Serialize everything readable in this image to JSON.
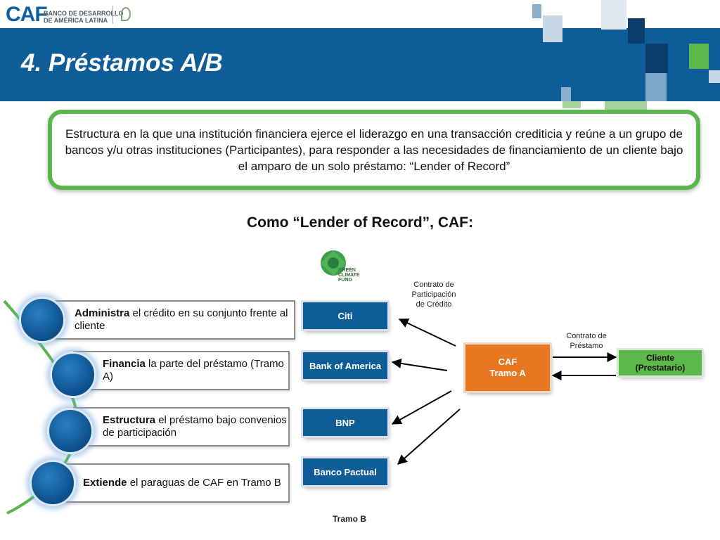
{
  "header": {
    "logo_mark": "CAF",
    "logo_line1": "BANCO DE DESARROLLO",
    "logo_line2": "DE AMÉRICA LATINA",
    "title": "4. Préstamos A/B"
  },
  "definition": "Estructura en la que una institución financiera ejerce el liderazgo en una transacción crediticia y reúne a un grupo de bancos y/u otras instituciones (Participantes), para  responder a las necesidades de financiamiento de un cliente bajo el amparo de un solo préstamo: “Lender of Record”",
  "subtitle": "Como “Lender of Record”, CAF:",
  "roles": [
    {
      "bold": "Administra",
      "rest": " el crédito en su conjunto frente al cliente"
    },
    {
      "bold": "Financia",
      "rest": " la parte del préstamo (Tramo A)"
    },
    {
      "bold": "Estructura",
      "rest": " el préstamo bajo convenios de participación"
    },
    {
      "bold": "Extiende",
      "rest": " el paraguas de CAF en Tramo B"
    }
  ],
  "gcf_logo": {
    "line1": "GREEN",
    "line2": "CLIMATE",
    "line3": "FUND"
  },
  "banks": [
    "Citi",
    "Bank of America",
    "BNP",
    "Banco Pactual"
  ],
  "caf": {
    "line1": "CAF",
    "line2": "Tramo A"
  },
  "client": {
    "line1": "Cliente",
    "line2": "(Prestatario)"
  },
  "labels": {
    "participation_line1": "Contrato de",
    "participation_line2": "Participación",
    "participation_line3": "de Crédito",
    "loan_line1": "Contrato de",
    "loan_line2": "Préstamo",
    "tramo_b": "Tramo B"
  },
  "colors": {
    "brand_blue": "#0f5d98",
    "green": "#59b64a",
    "orange": "#e87722"
  }
}
